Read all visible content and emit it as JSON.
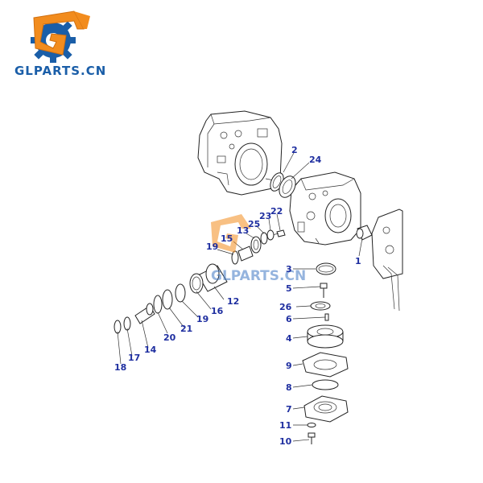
{
  "brand": {
    "name": "GLPARTS.CN",
    "logo_color": "#f28c1e",
    "gear_color": "#1a5ea8"
  },
  "watermark": {
    "text": "GLPARTS.CN"
  },
  "callouts": [
    {
      "id": "c1",
      "label": "1"
    },
    {
      "id": "c2",
      "label": "2"
    },
    {
      "id": "c3",
      "label": "3"
    },
    {
      "id": "c4",
      "label": "4"
    },
    {
      "id": "c5",
      "label": "5"
    },
    {
      "id": "c6",
      "label": "6"
    },
    {
      "id": "c7",
      "label": "7"
    },
    {
      "id": "c8",
      "label": "8"
    },
    {
      "id": "c9",
      "label": "9"
    },
    {
      "id": "c10",
      "label": "10"
    },
    {
      "id": "c11",
      "label": "11"
    },
    {
      "id": "c12",
      "label": "12"
    },
    {
      "id": "c13",
      "label": "13"
    },
    {
      "id": "c14",
      "label": "14"
    },
    {
      "id": "c15",
      "label": "15"
    },
    {
      "id": "c16",
      "label": "16"
    },
    {
      "id": "c17",
      "label": "17"
    },
    {
      "id": "c18",
      "label": "18"
    },
    {
      "id": "c19a",
      "label": "19"
    },
    {
      "id": "c19b",
      "label": "19"
    },
    {
      "id": "c20",
      "label": "20"
    },
    {
      "id": "c21",
      "label": "21"
    },
    {
      "id": "c22",
      "label": "22"
    },
    {
      "id": "c23",
      "label": "23"
    },
    {
      "id": "c24",
      "label": "24"
    },
    {
      "id": "c25",
      "label": "25"
    },
    {
      "id": "c26",
      "label": "26"
    }
  ]
}
